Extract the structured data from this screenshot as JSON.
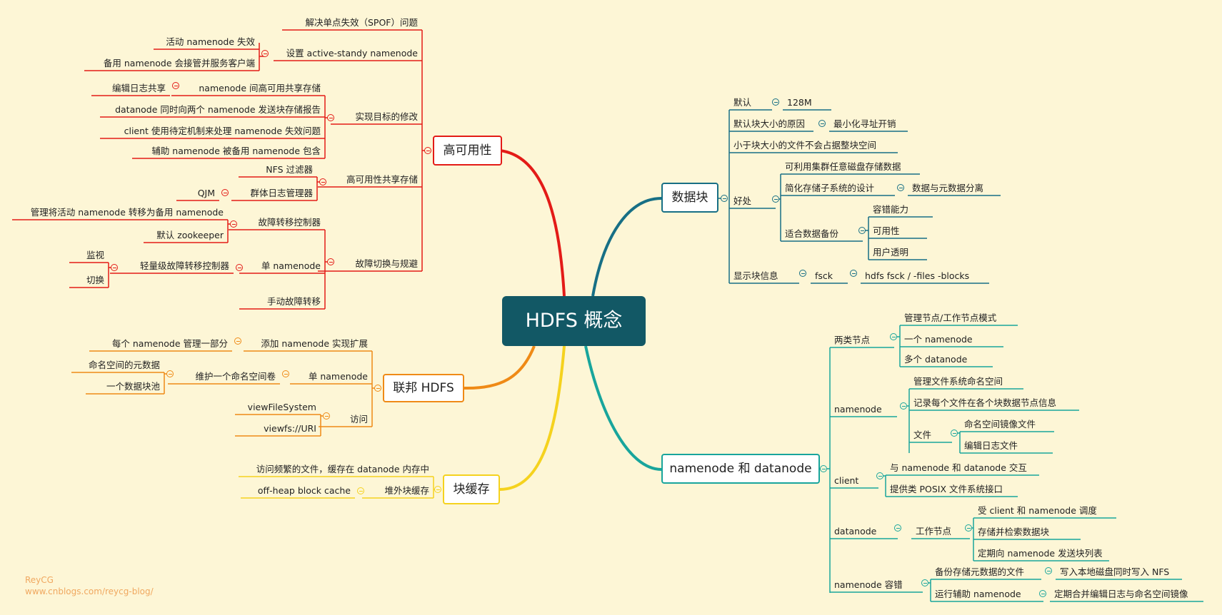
{
  "center": "HDFS 概念",
  "colors": {
    "red": "#e31b17",
    "orange": "#ef8a16",
    "yellow": "#f5d21e",
    "blue": "#176f85",
    "teal": "#18a59c",
    "center_bg": "#125865"
  },
  "branches": {
    "ha": {
      "label": "高可用性",
      "items": {
        "spof": "解决单点失效（SPOF）问题",
        "active_standby": "设置 active-standy namenode",
        "active_fail": "活动 namenode 失效",
        "standby_takeover": "备用 namenode 会接管并服务客户端",
        "arch_changes": "实现目标的修改",
        "shared_storage": "namenode 间高可用共享存储",
        "edit_log_share": "编辑日志共享",
        "dn_report": "datanode 同时向两个 namenode 发送块存储报告",
        "client_mech": "client 使用待定机制来处理 namenode 失效问题",
        "aux_nn": "辅助 namenode 被备用 namenode 包含",
        "ha_shared": "高可用性共享存储",
        "nfs": "NFS 过滤器",
        "journal_mgr": "群体日志管理器",
        "qjm": "QJM",
        "failover": "故障切换与规避",
        "failover_ctrl": "故障转移控制器",
        "ctrl_desc": "管理将活动 namenode 转移为备用 namenode",
        "zookeeper": "默认 zookeeper",
        "single_nn": "单 namenode",
        "light_ctrl": "轻量级故障转移控制器",
        "monitor": "监视",
        "switch": "切换",
        "manual": "手动故障转移"
      }
    },
    "fed": {
      "label": "联邦 HDFS",
      "items": {
        "add_nn": "添加 namenode 实现扩展",
        "each_part": "每个 namenode 管理一部分",
        "single_nn": "单 namenode",
        "maintain_ns": "维护一个命名空间卷",
        "ns_meta": "命名空间的元数据",
        "block_pool": "一个数据块池",
        "access": "访问",
        "viewfs_class": "viewFileSystem",
        "viewfs_uri": "viewfs://URI"
      }
    },
    "cache": {
      "label": "块缓存",
      "items": {
        "frequent": "访问频繁的文件，缓存在 datanode 内存中",
        "offheap_cn": "堆外块缓存",
        "offheap": "off-heap block cache"
      }
    },
    "blocks": {
      "label": "数据块",
      "items": {
        "default": "默认",
        "size": "128M",
        "reason": "默认块大小的原因",
        "min_seek": "最小化寻址开销",
        "small_file": "小于块大小的文件不会占据整块空间",
        "benefits": "好处",
        "any_disk": "可利用集群任意磁盘存储数据",
        "simplify": "简化存储子系统的设计",
        "separate": "数据与元数据分离",
        "backup": "适合数据备份",
        "fault_tol": "容错能力",
        "availability": "可用性",
        "transparent": "用户透明",
        "show_info": "显示块信息",
        "fsck": "fsck",
        "fsck_cmd": "hdfs fsck / -files -blocks"
      }
    },
    "nn_dn": {
      "label": "namenode 和 datanode",
      "items": {
        "two_types": "两类节点",
        "mgmt_mode": "管理节点/工作节点模式",
        "one_nn": "一个 namenode",
        "multi_dn": "多个 datanode",
        "namenode": "namenode",
        "manage_ns": "管理文件系统命名空间",
        "record_dn": "记录每个文件在各个块数据节点信息",
        "files": "文件",
        "ns_image": "命名空间镜像文件",
        "edit_log": "编辑日志文件",
        "client": "client",
        "interact": "与 namenode 和 datanode 交互",
        "posix": "提供类 POSIX 文件系统接口",
        "datanode": "datanode",
        "worker": "工作节点",
        "scheduled": "受 client 和 namenode 调度",
        "store_retrieve": "存储并检索数据块",
        "report": "定期向 namenode 发送块列表",
        "nn_fault": "namenode 容错",
        "backup_meta": "备份存储元数据的文件",
        "write_nfs": "写入本地磁盘同时写入 NFS",
        "run_aux": "运行辅助 namenode",
        "merge": "定期合并编辑日志与命名空间镜像"
      }
    }
  },
  "watermark": {
    "author": "ReyCG",
    "url": "www.cnblogs.com/reycg-blog/"
  }
}
